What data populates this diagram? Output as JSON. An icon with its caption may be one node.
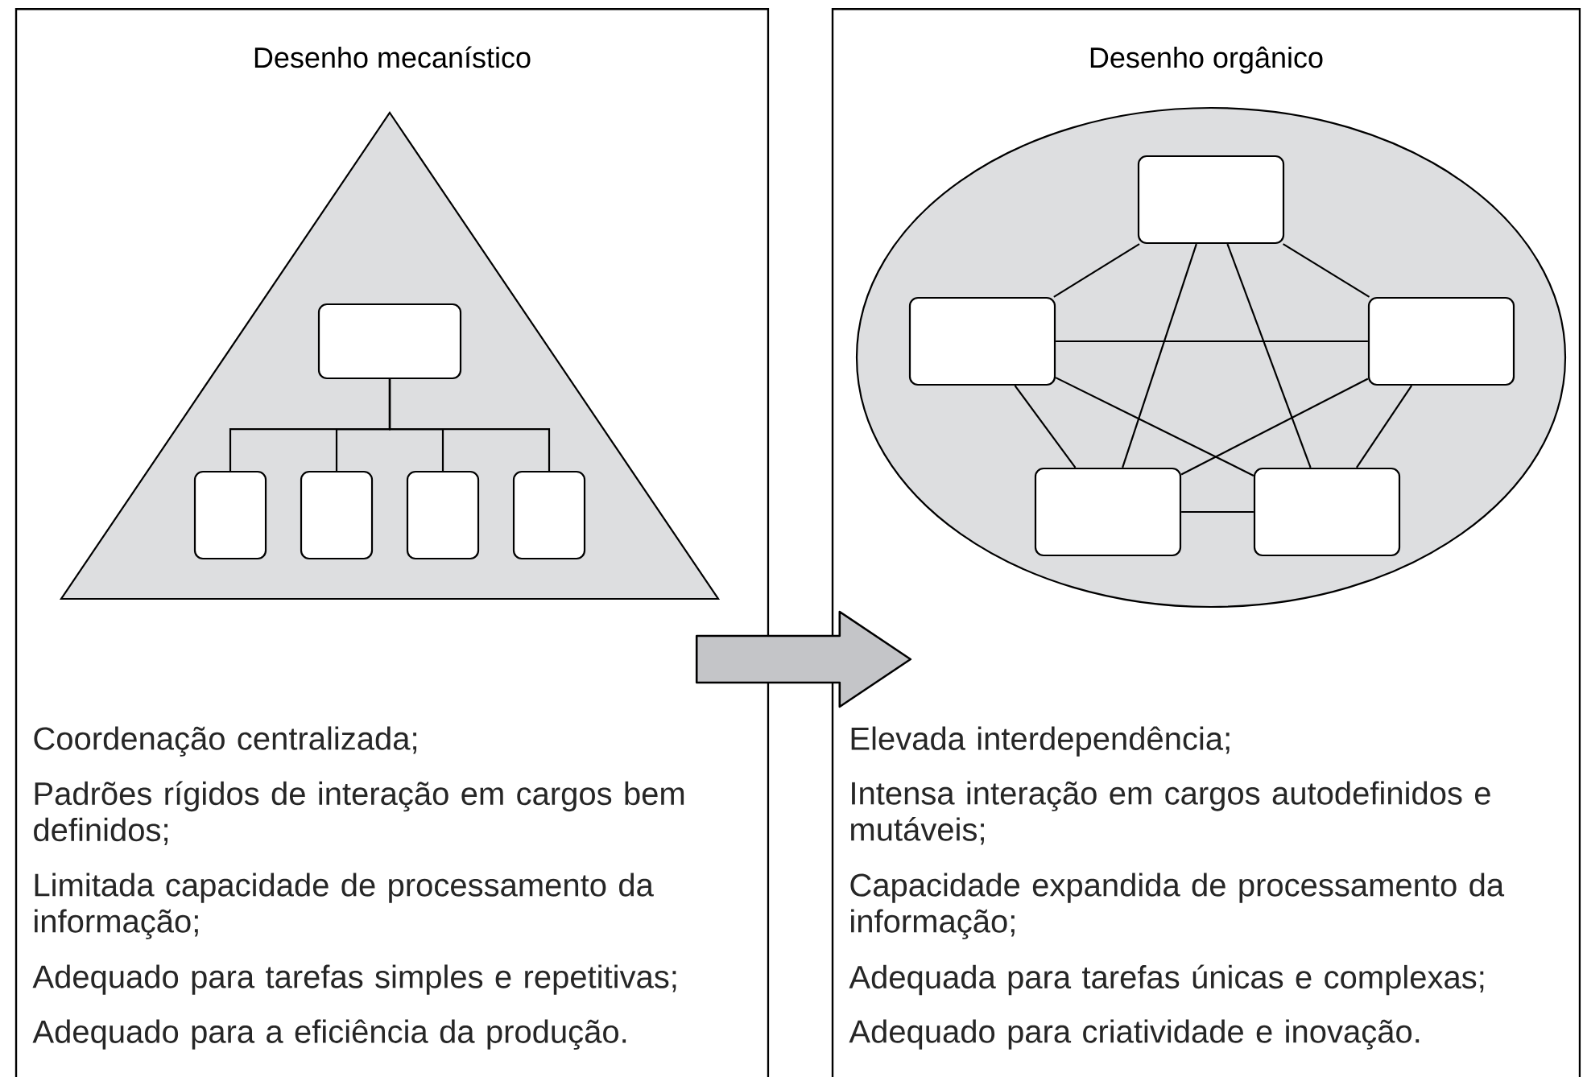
{
  "diagram": {
    "nodes": [
      {
        "text": [
          "Desenho mecanístico",
          "Coordenação centralizada;",
          "Padrões rígidos de interação em cargos bem definidos;",
          "Limitada capacidade de processamento da informação;",
          "Adequado para tarefas simples e repetitivas;",
          "Adequado para a eficiência da produção."
        ]
      },
      {
        "text": [],
        "shape": "triangle",
        "in": 0
      },
      {
        "text": [],
        "shape": "box",
        "in": 1
      },
      {
        "text": [],
        "shape": "box",
        "in": 1
      },
      {
        "text": [],
        "shape": "box",
        "in": 1
      },
      {
        "text": [],
        "shape": "box",
        "in": 1
      },
      {
        "text": [],
        "shape": "box",
        "in": 1
      },
      {
        "text": [
          "Desenho orgânico",
          "Elevada interdependência;",
          "Intensa interação em cargos autodefinidos e mutáveis;",
          "Capacidade expandida de processamento da informação;",
          "Adequada para tarefas únicas e complexas;",
          "Adequado para criatividade e inovação."
        ]
      },
      {
        "text": [],
        "shape": "ellipse",
        "in": 7
      },
      {
        "text": [],
        "shape": "box",
        "in": 8
      },
      {
        "text": [],
        "shape": "box",
        "in": 8
      },
      {
        "text": [],
        "shape": "box",
        "in": 8
      },
      {
        "text": [],
        "shape": "box",
        "in": 8
      },
      {
        "text": [],
        "shape": "box",
        "in": 8
      }
    ],
    "edges": [
      {
        "from": 2,
        "to": 3,
        "arrow": "none"
      },
      {
        "from": 2,
        "to": 4,
        "arrow": "none"
      },
      {
        "from": 2,
        "to": 5,
        "arrow": "none"
      },
      {
        "from": 2,
        "to": 6,
        "arrow": "none"
      },
      {
        "from": 9,
        "to": 10,
        "arrow": "none"
      },
      {
        "from": 9,
        "to": 11,
        "arrow": "none"
      },
      {
        "from": 9,
        "to": 12,
        "arrow": "none"
      },
      {
        "from": 9,
        "to": 13,
        "arrow": "none"
      },
      {
        "from": 10,
        "to": 11,
        "arrow": "none"
      },
      {
        "from": 10,
        "to": 12,
        "arrow": "none"
      },
      {
        "from": 10,
        "to": 13,
        "arrow": "none"
      },
      {
        "from": 11,
        "to": 12,
        "arrow": "none"
      },
      {
        "from": 11,
        "to": 13,
        "arrow": "none"
      },
      {
        "from": 12,
        "to": 13,
        "arrow": "none"
      },
      {
        "from": 0,
        "to": 7,
        "arrow": "to",
        "style": "thick"
      }
    ]
  }
}
